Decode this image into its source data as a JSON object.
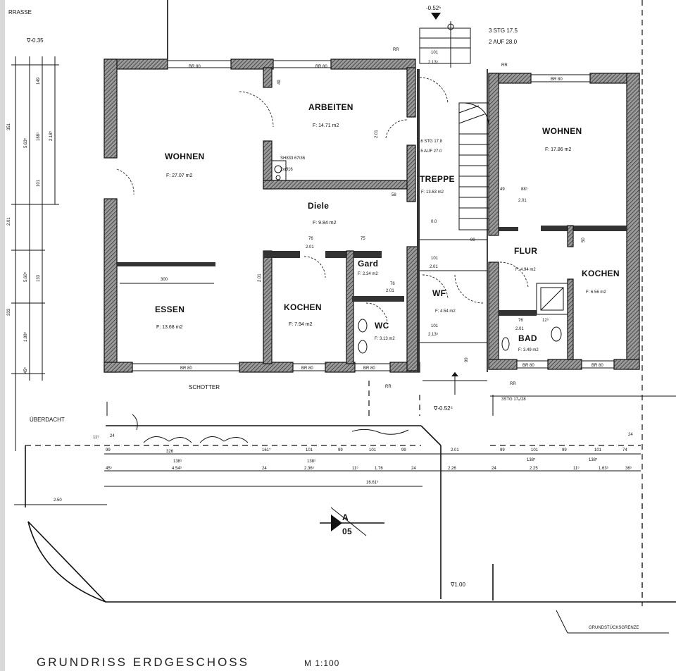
{
  "rooms": {
    "wohnen_left": {
      "name": "WOHNEN",
      "area": "F: 27.07 m2"
    },
    "arbeiten": {
      "name": "ARBEITEN",
      "area": "F: 14.71 m2"
    },
    "diele": {
      "name": "Diele",
      "area": "F: 9.84 m2"
    },
    "essen": {
      "name": "ESSEN",
      "area": "F: 13.68 m2"
    },
    "kochen_left": {
      "name": "KOCHEN",
      "area": "F: 7.94 m2"
    },
    "gard": {
      "name": "Gard",
      "area": "F: 2.34 m2"
    },
    "wc": {
      "name": "WC",
      "area": "F: 3.13 m2"
    },
    "treppe": {
      "name": "TREPPE",
      "area": "F: 13.63 m2"
    },
    "wf": {
      "name": "WF",
      "area": "F: 4.54 m2"
    },
    "wohnen_right": {
      "name": "WOHNEN",
      "area": "F: 17.86 m2"
    },
    "flur": {
      "name": "FLUR",
      "area": "F: 4.94 m2"
    },
    "kochen_right": {
      "name": "KOCHEN",
      "area": "F: 6.56 m2"
    },
    "bad": {
      "name": "BAD",
      "area": "F: 3.49 m2"
    }
  },
  "labels": {
    "terrasse": "RRASSE",
    "level_terrace": "∇-0.35",
    "level_entry": "-0.52⁵",
    "level_bottom": "∇-0.52⁵",
    "level_garden": "∇1.00",
    "stairs_top_1": "3 STG 17.5",
    "stairs_top_2": "2 AUF 28.0",
    "stairs_main_1": "16 STG 17.8",
    "stairs_main_2": "15 AUF 27.0",
    "stairs_bottom": "3STG 17₅/28",
    "schotter": "SCHOTTER",
    "ueberdacht": "ÜBERDACHT",
    "grenze": "GRUNDSTÜCKSGRENZE",
    "section": "A",
    "section_sheet": "05",
    "chimney": "SH833 67\\36",
    "chimney2": "2xØ16",
    "level_diele": "0.0",
    "rr": "RR",
    "br": "BR 80",
    "dim_250": "2.50",
    "dim_300": "300",
    "dim_16615": "16.61⁵",
    "dim_454": "4.54⁵",
    "dim_236": "2.36⁵",
    "dim_176": "1.76",
    "dim_226": "2.26",
    "dim_225": "2.25",
    "dim_1635": "1.63⁵",
    "dim_201": "2.01",
    "dim_101": "101",
    "dim_99": "99",
    "dim_24": "24",
    "dim_76": "76",
    "dim_75": "75",
    "dim_49": "49",
    "dim_885": "88⁵",
    "dim_90": "90",
    "dim_50": "50",
    "dim_213": "2.13⁵",
    "dim_1385": "138⁵",
    "dim_115": "11⁵",
    "dim_365": "36⁵",
    "dim_455": "45⁵",
    "dim_74": "74",
    "dim_1615": "161⁵",
    "dim_326": "326",
    "dim_12": "12⁵",
    "dim_58": "58",
    "dim_left_563": "5.63⁵",
    "dim_left_218": "2.18⁵",
    "dim_left_188": "188⁵",
    "dim_left_351": "351",
    "dim_left_133": "133",
    "dim_left_560": "5.60⁵",
    "dim_left_101": "101",
    "dim_left_149": "149",
    "dim_left_2015": "2.01",
    "dim_left_333": "333",
    "dim_left_188b": "1.88⁵",
    "dim_left_45": "45⁵"
  },
  "footer": {
    "title": "GRUNDRISS  ERDGESCHOSS",
    "scale": "M 1:100"
  }
}
